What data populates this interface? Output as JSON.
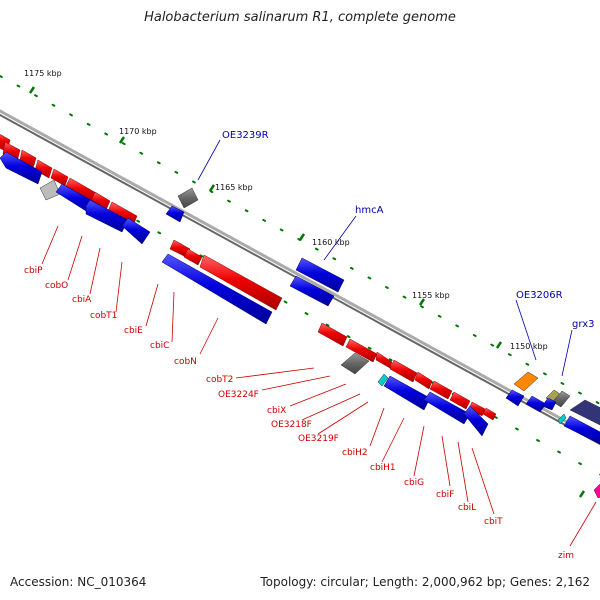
{
  "title": "Halobacterium salinarum R1, complete genome",
  "footer": {
    "accession": "Accession: NC_010364",
    "topology": "Topology: circular; Length: 2,000,962 bp; Genes: 2,162"
  },
  "scale_labels": [
    "1175 kbp",
    "1170 kbp",
    "1165 kbp",
    "1160 kbp",
    "1155 kbp",
    "1150 kbp"
  ],
  "gene_labels_red": [
    "cbiP",
    "cobO",
    "cbiA",
    "cobT1",
    "cbiE",
    "cbiC",
    "cobN",
    "cobT2",
    "OE3224F",
    "cbiX",
    "OE3218F",
    "OE3219F",
    "cbiH2",
    "cbiH1",
    "cbiG",
    "cbiF",
    "cbiL",
    "cbiT",
    "zim"
  ],
  "gene_labels_blue": [
    "OE3239R",
    "hmcA",
    "OE3206R",
    "grx3"
  ],
  "colors": {
    "forward_gene": "#ee0000",
    "reverse_gene": "#0000dd",
    "backbone": "#888888",
    "tick": "#007700",
    "other_gene": "#666666",
    "rna": "#ff8800",
    "magenta_gene": "#ff0099",
    "cyan_gene": "#00cccc",
    "light_gray_gene": "#bbbbbb",
    "olive_gene": "#aaa055",
    "navy_gene": "#333377"
  }
}
